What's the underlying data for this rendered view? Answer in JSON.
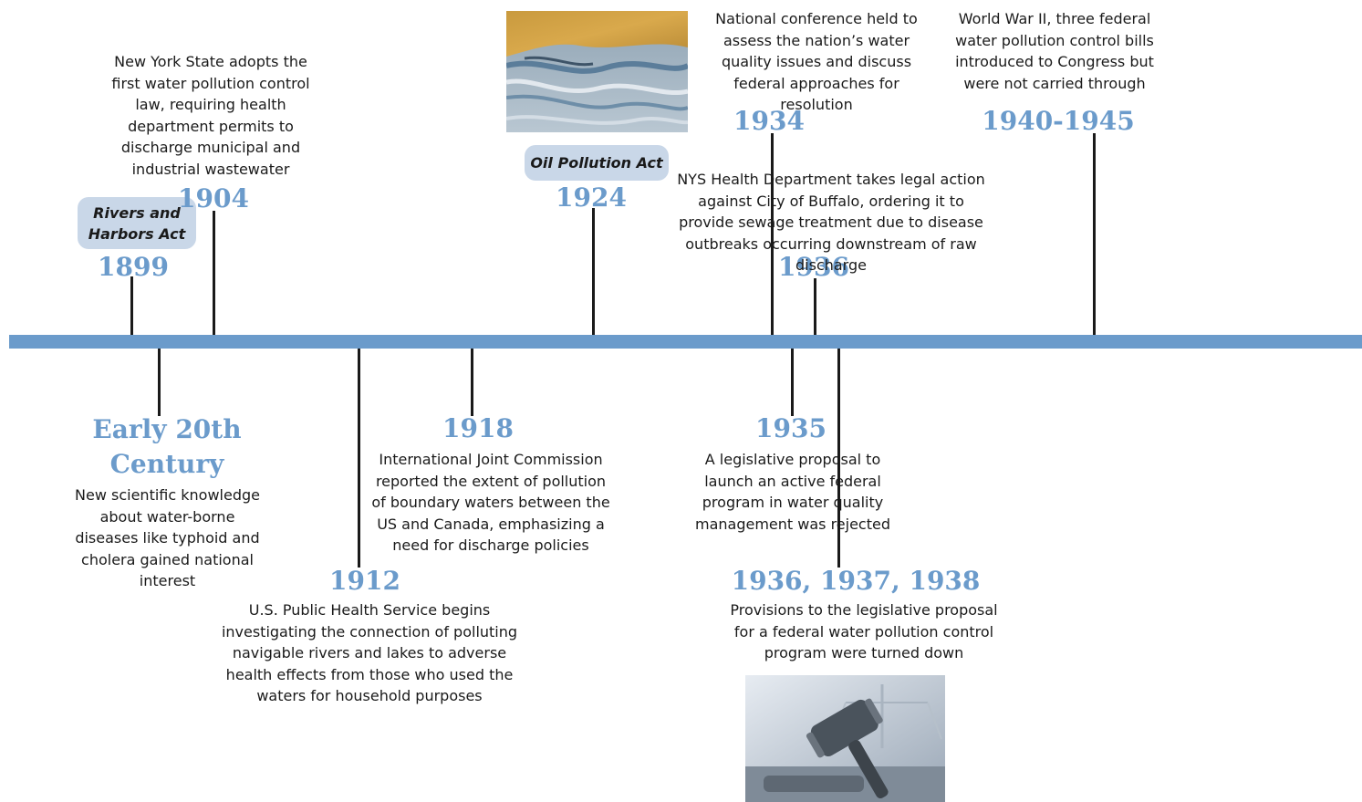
{
  "events": {
    "e1899": {
      "year": "1899",
      "badge": "Rivers and Harbors Act"
    },
    "e1904": {
      "year": "1904",
      "desc": "New York State adopts the first water pollution control law, requiring health department permits to discharge municipal and industrial wastewater"
    },
    "e1924": {
      "year": "1924",
      "badge": "Oil Pollution Act"
    },
    "e1934": {
      "year": "1934",
      "desc": "National conference held to assess the nation’s water quality issues and discuss federal approaches for resolution"
    },
    "e1936": {
      "year": "1936",
      "desc": "NYS Health Department takes legal action against City of Buffalo, ordering it to provide sewage treatment due to disease outbreaks occurring downstream of raw discharge"
    },
    "e1940": {
      "year": "1940-1945",
      "desc": "World War II, three federal water pollution control bills introduced to Congress but were not carried through"
    },
    "early20": {
      "year": "Early 20th Century",
      "desc": "New scientific knowledge about water-borne diseases like typhoid and cholera gained national interest"
    },
    "e1912": {
      "year": "1912",
      "desc": "U.S. Public Health Service begins investigating the connection of polluting navigable rivers and lakes to adverse health effects from those who used the waters for household purposes"
    },
    "e1918": {
      "year": "1918",
      "desc": "International Joint Commission reported the extent of pollution of boundary waters between the US and Canada, emphasizing a need for discharge policies"
    },
    "e1935": {
      "year": "1935",
      "desc": "A legislative proposal to launch an active federal program in water quality management was rejected"
    },
    "e1936_38": {
      "year": "1936, 1937, 1938",
      "desc": "Provisions to the legislative proposal for a federal water pollution control program were turned down"
    }
  },
  "colors": {
    "accent": "#6b9bcb",
    "badge_bg": "#c9d7e8",
    "stem": "#1a1a1a"
  }
}
